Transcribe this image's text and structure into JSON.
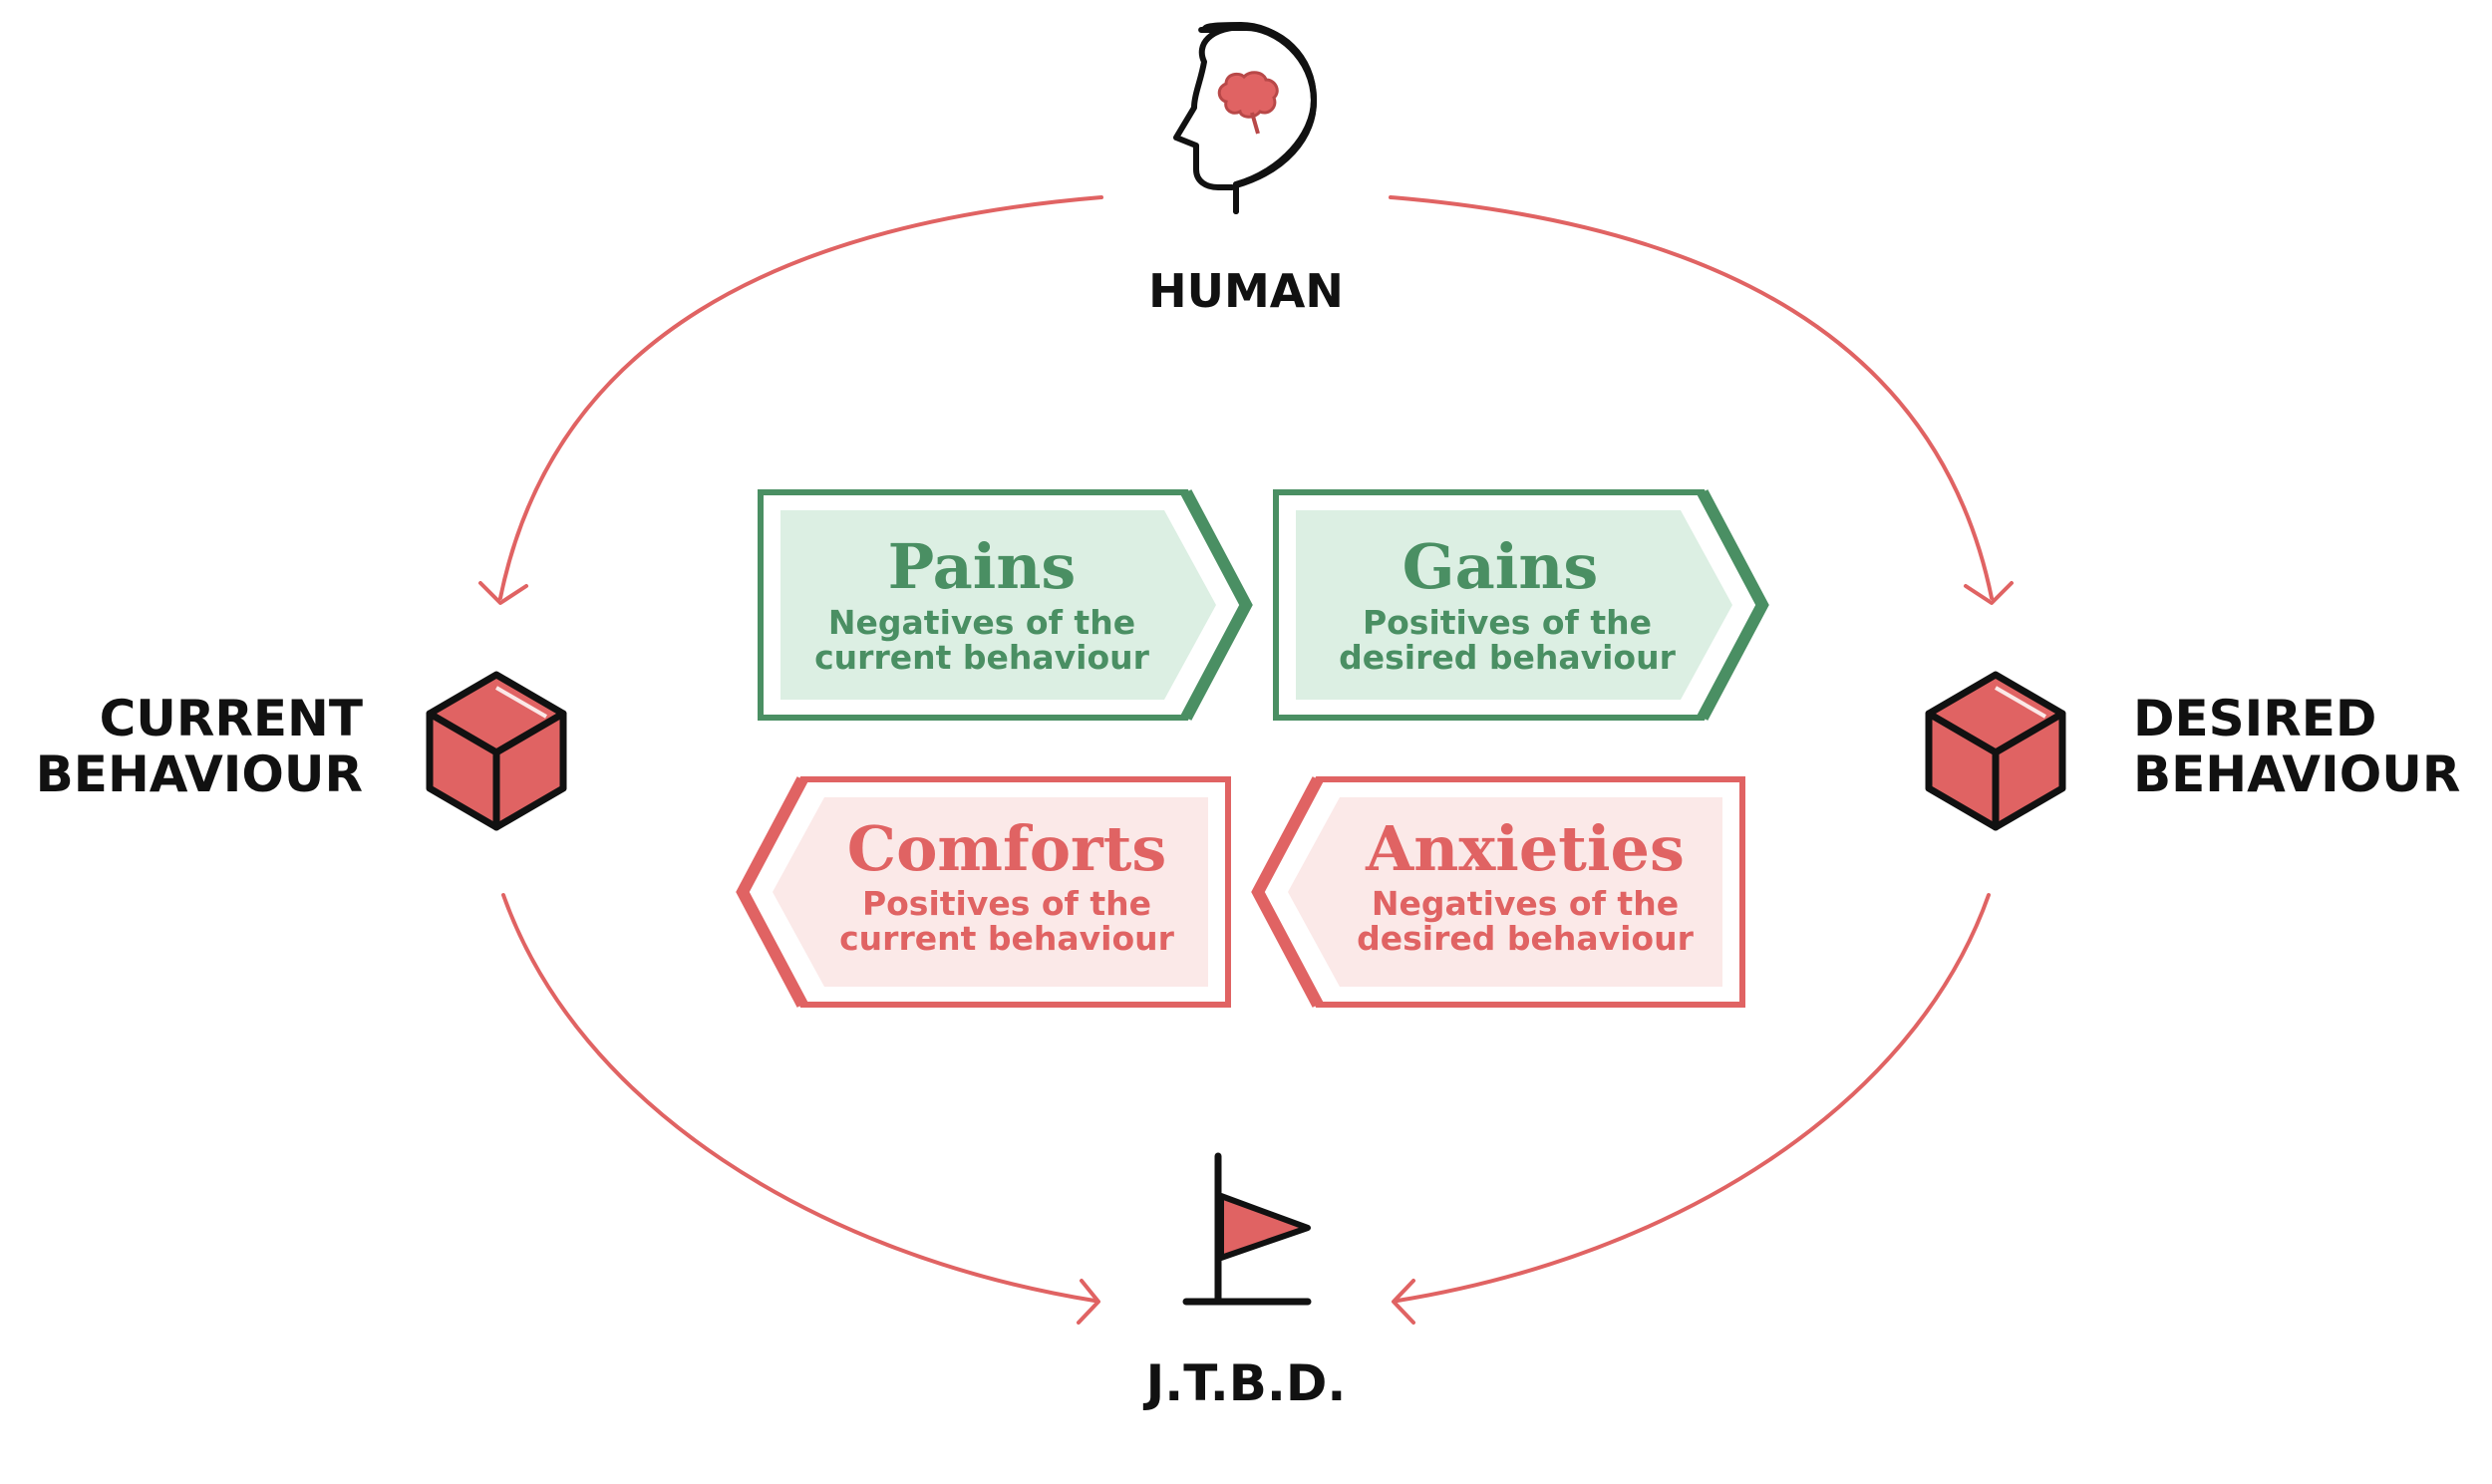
{
  "colors": {
    "green": "#4a8f63",
    "green_fill": "#dcefe3",
    "red": "#e06363",
    "red_fill": "#fbe9e8",
    "ink": "#111111"
  },
  "nodes": {
    "human": {
      "label": "HUMAN",
      "icon": "brain-head-icon"
    },
    "current": {
      "line1": "CURRENT",
      "line2": "BEHAVIOUR",
      "icon": "cube-icon"
    },
    "desired": {
      "line1": "DESIRED",
      "line2": "BEHAVIOUR",
      "icon": "cube-icon"
    },
    "jtbd": {
      "label": "J.T.B.D.",
      "icon": "flag-icon"
    }
  },
  "forces": {
    "pains": {
      "title": "Pains",
      "sub1": "Negatives of the",
      "sub2": "current behaviour"
    },
    "gains": {
      "title": "Gains",
      "sub1": "Positives of the",
      "sub2": "desired behaviour"
    },
    "comforts": {
      "title": "Comforts",
      "sub1": "Positives of the",
      "sub2": "current behaviour"
    },
    "anxieties": {
      "title": "Anxieties",
      "sub1": "Negatives of the",
      "sub2": "desired behaviour"
    }
  }
}
